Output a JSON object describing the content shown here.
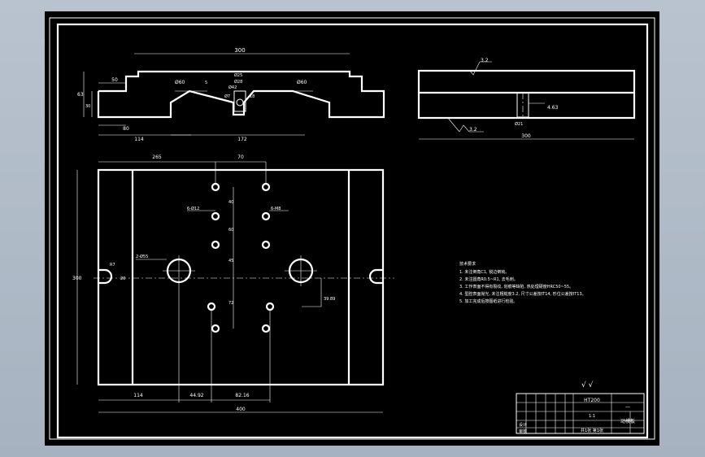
{
  "drawing": {
    "front_view": {
      "dims": {
        "overall_width": "300",
        "left_step": "50",
        "height_left": "63",
        "height_inner": "30",
        "left_pocket": "Ø60",
        "center_a": "Ø25",
        "center_b": "Ø28",
        "center_c": "Ø42",
        "right_pocket": "Ø60",
        "small_note": "5",
        "bottom_80": "80",
        "bottom_114": "114",
        "bottom_172": "172",
        "hole_dim_left": "Ø7",
        "hole_dim_right": "18"
      }
    },
    "side_view": {
      "roughness_top": "3.2",
      "roughness_bottom": "3.2",
      "right_dim": "4.63",
      "hole_label": "Ø21",
      "width": "300"
    },
    "plan_view": {
      "width_top": "265",
      "spacing_top": "70",
      "left_dims": [
        "300"
      ],
      "hole_note_1": "6-Ø12",
      "hole_note_2": "6-M8",
      "hole_note_3": "2-Ø55",
      "vertical_dims": [
        "40",
        "60",
        "45",
        "72"
      ],
      "side_dim": "39.89",
      "bottom_dims": [
        "114",
        "44.92",
        "82.16"
      ],
      "overall_bottom": "400",
      "slot_left": "R7",
      "slot_left_2": "20"
    },
    "notes": [
      "技术要求",
      "1. 未注倒角C1, 锐边倒钝。",
      "2. 未注圆角R0.5~R1, 去毛刺。",
      "3. 工作表面不得有裂纹, 划痕等缺陷, 热处理硬度HRC50~55。",
      "4. 型腔表面抛光, 未注粗糙度3.2, 尺寸公差按IT14, 形位公差按IT13。",
      "5. 加工完成后按图纸进行检验。"
    ],
    "checkmarks": "√ √",
    "title_block": {
      "material": "HT200",
      "part_name": "动模板",
      "drawing_no": "—",
      "scale": "1:1",
      "sheet": "共1张 第1张",
      "designer": "设计",
      "checker": "审核"
    }
  }
}
